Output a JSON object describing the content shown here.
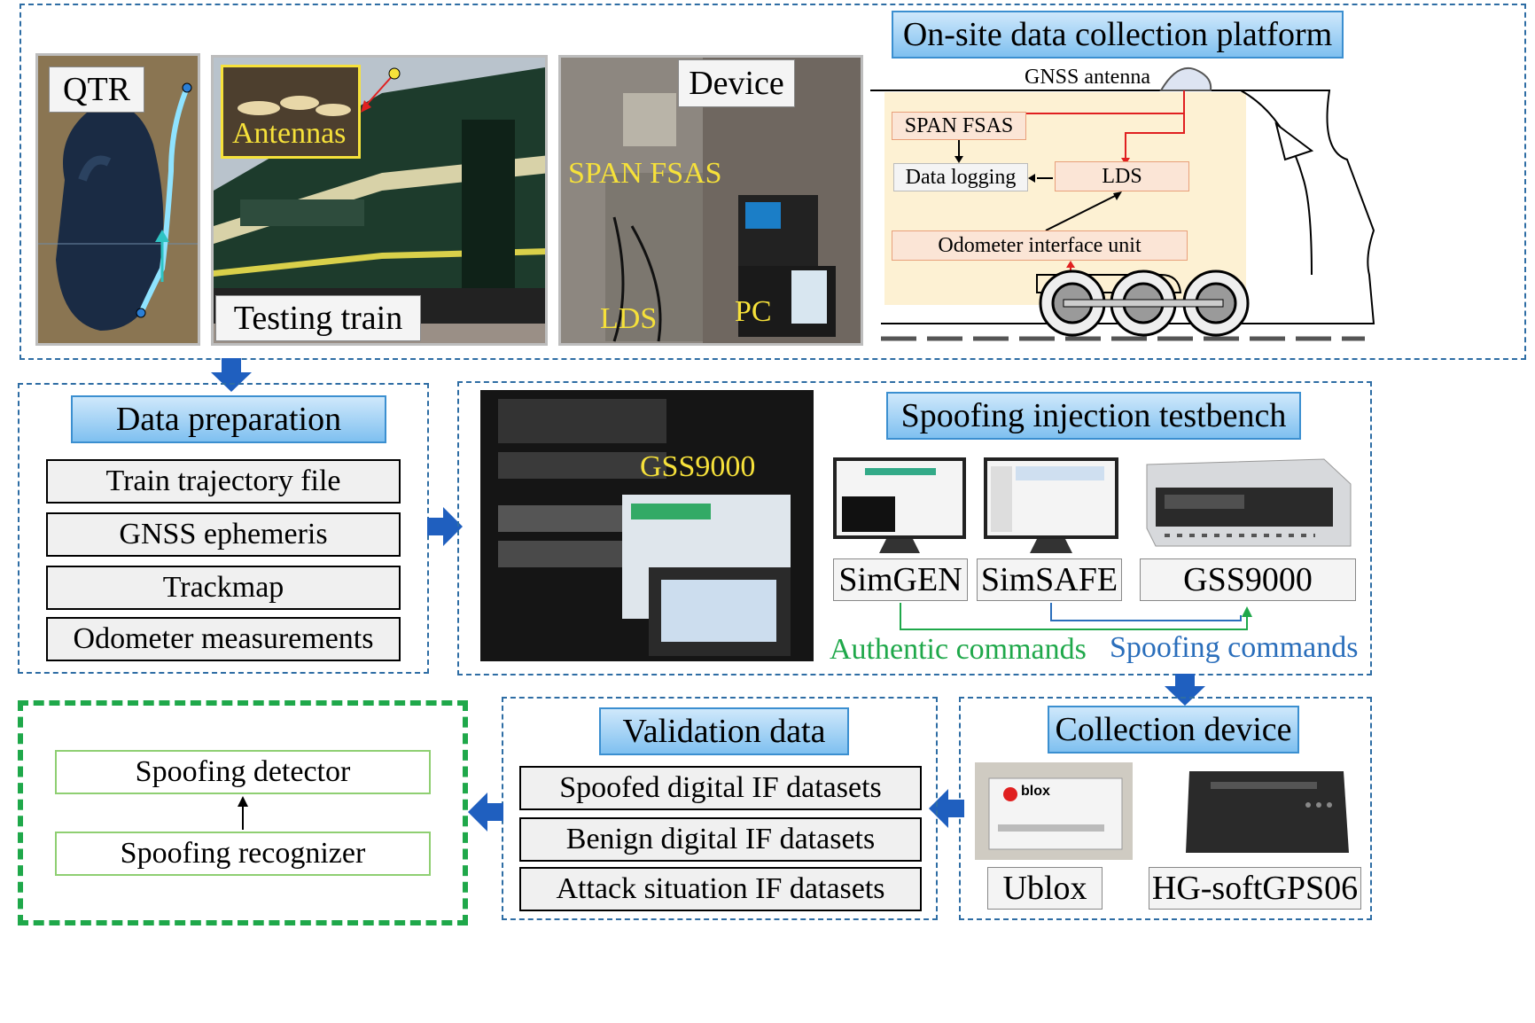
{
  "top_panel": {
    "title": "On-site data collection platform",
    "map_label": "QTR",
    "train_label": "Testing train",
    "antennas_label": "Antennas",
    "device_label": "Device",
    "span_label": "SPAN FSAS",
    "lds_photo_label": "LDS",
    "pc_label": "PC",
    "schematic": {
      "gnss_antenna": "GNSS antenna",
      "span_fsas": "SPAN FSAS",
      "data_logging": "Data logging",
      "lds": "LDS",
      "odometer_unit": "Odometer interface unit"
    }
  },
  "data_preparation": {
    "title": "Data preparation",
    "items": [
      "Train trajectory file",
      "GNSS ephemeris",
      "Trackmap",
      "Odometer measurements"
    ]
  },
  "spoofing_testbench": {
    "title": "Spoofing injection testbench",
    "photo_label": "GSS9000",
    "simgen": "SimGEN",
    "simsafe": "SimSAFE",
    "gss9000": "GSS9000",
    "authentic_commands": "Authentic commands",
    "spoofing_commands": "Spoofing commands"
  },
  "collection_device": {
    "title": "Collection device",
    "ublox": "Ublox",
    "hg": "HG-softGPS06",
    "ublox_logo": "blox"
  },
  "validation_data": {
    "title": "Validation data",
    "items": [
      "Spoofed digital IF datasets",
      "Benign digital IF datasets",
      "Attack situation IF datasets"
    ]
  },
  "detector": {
    "detector": "Spoofing detector",
    "recognizer": "Spoofing recognizer"
  },
  "colors": {
    "panel_border": "#2e6da4",
    "label_fill": "#7fc0f0",
    "arrow_blue": "#1f5fbf",
    "authentic_green": "#1fa84a",
    "spoofing_blue": "#2a6ebb",
    "detector_border": "#1fa84a",
    "antenna_box": "#f6e13a"
  }
}
